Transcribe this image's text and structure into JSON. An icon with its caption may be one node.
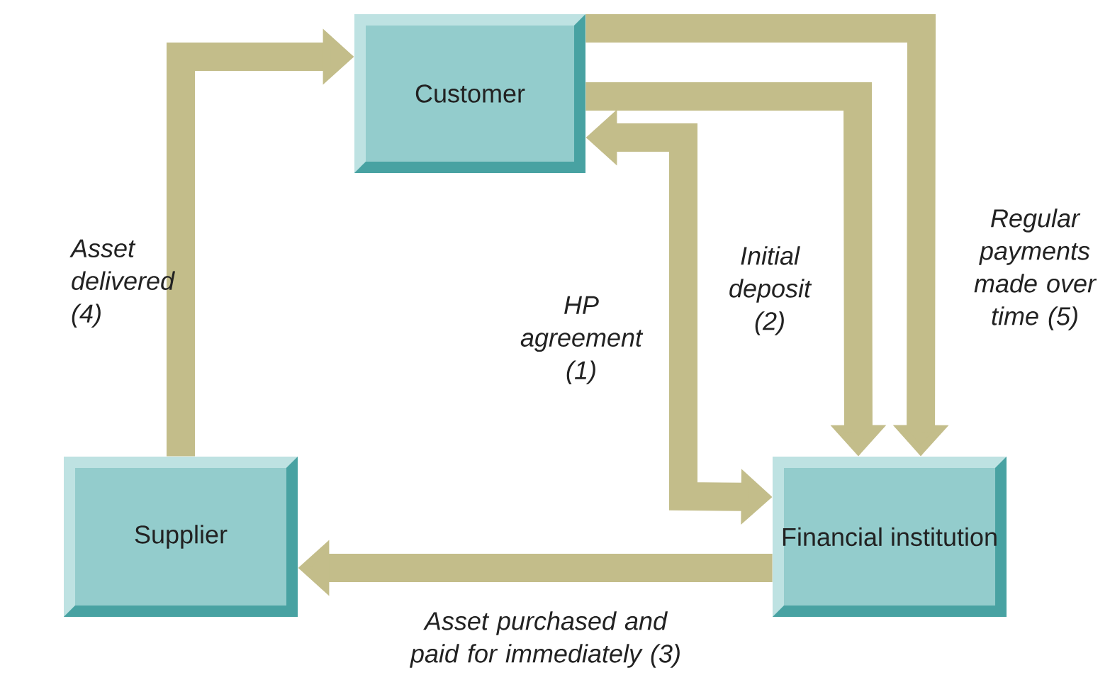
{
  "diagram": {
    "nodes": [
      {
        "text": [
          "Customer"
        ]
      },
      {
        "text": [
          "Supplier"
        ]
      },
      {
        "text": [
          "Financial institution"
        ]
      }
    ],
    "edges": [
      {
        "from": 1,
        "to": 0,
        "arrow": "to",
        "label": "Asset delivered (4)"
      },
      {
        "from": 0,
        "to": 2,
        "arrow": "both",
        "label": "HP agreement (1)"
      },
      {
        "from": 0,
        "to": 2,
        "arrow": "to",
        "label": "Initial deposit (2)"
      },
      {
        "from": 0,
        "to": 2,
        "arrow": "to",
        "label": "Regular payments made over time (5)"
      },
      {
        "from": 2,
        "to": 1,
        "arrow": "to",
        "label": "Asset purchased and paid for immediately (3)"
      }
    ]
  }
}
